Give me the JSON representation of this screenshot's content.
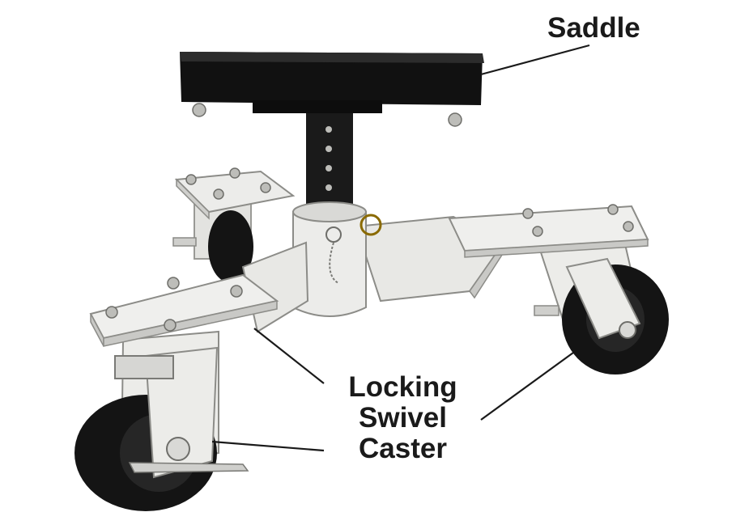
{
  "labels": {
    "saddle": "Saddle",
    "caster_line1": "Locking",
    "caster_line2": "Swivel",
    "caster_line3": "Caster"
  },
  "colors": {
    "frame": "#ececea",
    "frame_shadow": "#c9c9c6",
    "saddle": "#111111",
    "tire": "#141414",
    "hub": "#d9d9d6",
    "leader_line": "#1a1a1a"
  }
}
